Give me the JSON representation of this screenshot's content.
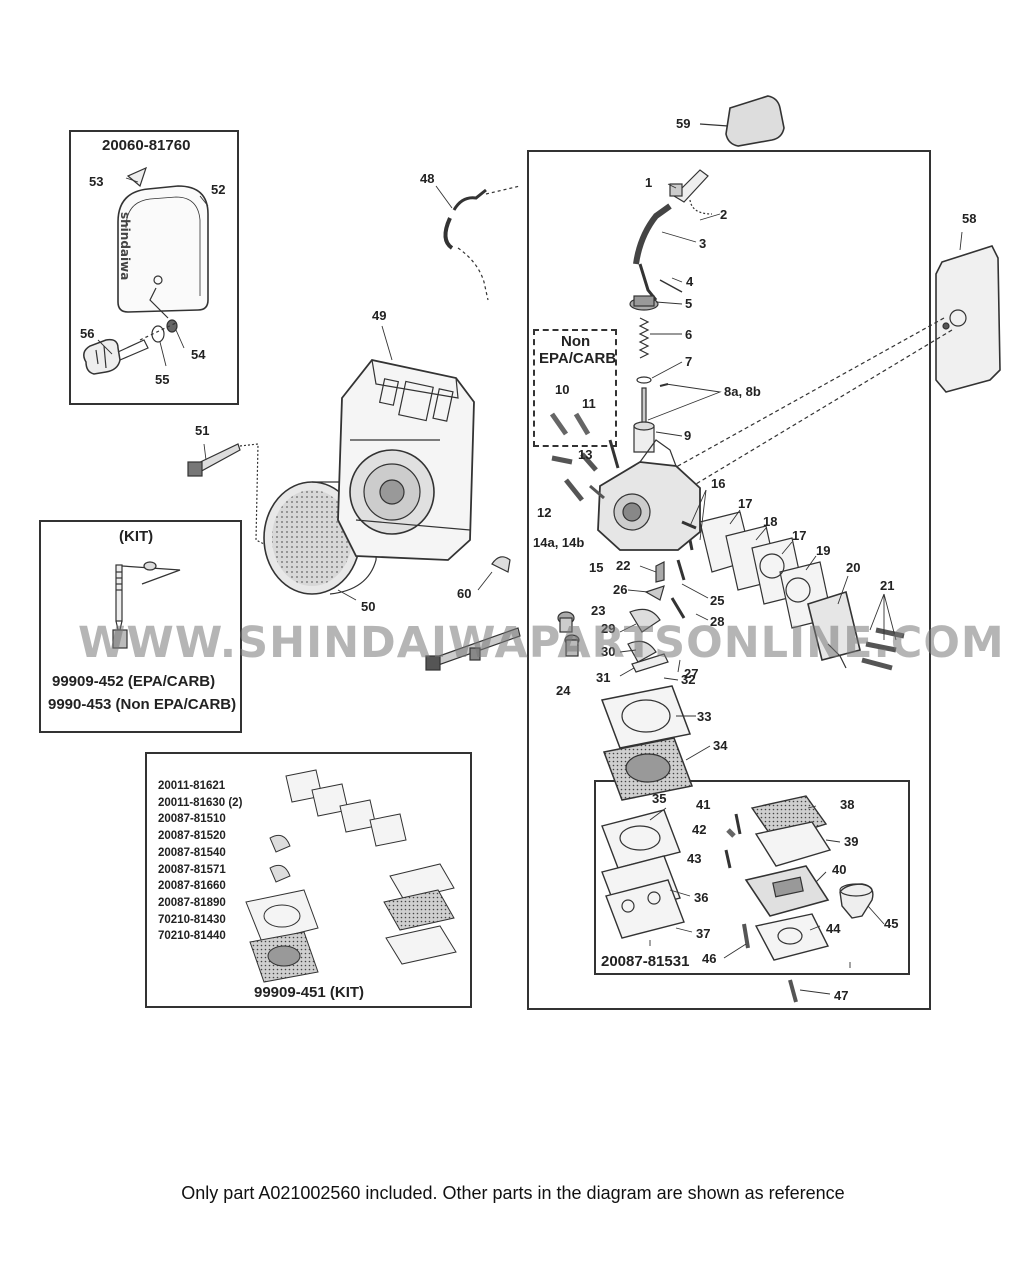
{
  "kits": {
    "air_filter": {
      "title": "20060-81760"
    },
    "needle": {
      "title": "(KIT)",
      "line1": "99909-452 (EPA/CARB)",
      "line2": "9990-453 (Non EPA/CARB)"
    },
    "gasket": {
      "parts": [
        "20011-81621",
        "20011-81630 (2)",
        "20087-81510",
        "20087-81520",
        "20087-81540",
        "20087-81571",
        "20087-81660",
        "20087-81890",
        "70210-81430",
        "70210-81440"
      ],
      "title": "99909-451 (KIT)"
    },
    "pump": {
      "title": "20087-81531"
    },
    "non_epa": {
      "line1": "Non",
      "line2": "EPA/CARB"
    }
  },
  "callouts": {
    "c1": "1",
    "c2": "2",
    "c3": "3",
    "c4": "4",
    "c5": "5",
    "c6": "6",
    "c7": "7",
    "c8": "8a, 8b",
    "c9": "9",
    "c10": "10",
    "c11": "11",
    "c12": "12",
    "c13": "13",
    "c14": "14a, 14b",
    "c15": "15",
    "c16": "16",
    "c17a": "17",
    "c17b": "17",
    "c18": "18",
    "c19": "19",
    "c20": "20",
    "c21": "21",
    "c22": "22",
    "c23": "23",
    "c24": "24",
    "c25": "25",
    "c26": "26",
    "c27": "27",
    "c28": "28",
    "c29": "29",
    "c30": "30",
    "c31": "31",
    "c32": "32",
    "c33": "33",
    "c34": "34",
    "c35": "35",
    "c36": "36",
    "c37": "37",
    "c38": "38",
    "c39": "39",
    "c40": "40",
    "c41": "41",
    "c42": "42",
    "c43": "43",
    "c44": "44",
    "c45": "45",
    "c46": "46",
    "c47": "47",
    "c48": "48",
    "c49": "49",
    "c50": "50",
    "c51": "51",
    "c52": "52",
    "c53": "53",
    "c54": "54",
    "c55": "55",
    "c56": "56",
    "c58": "58",
    "c59": "59",
    "c60": "60"
  },
  "watermark": "WWW.SHINDAIWAPARTSONLINE.COM",
  "logo_text": "shindaiwa",
  "footer": "Only part A021002560 included. Other parts in the diagram are shown as reference"
}
